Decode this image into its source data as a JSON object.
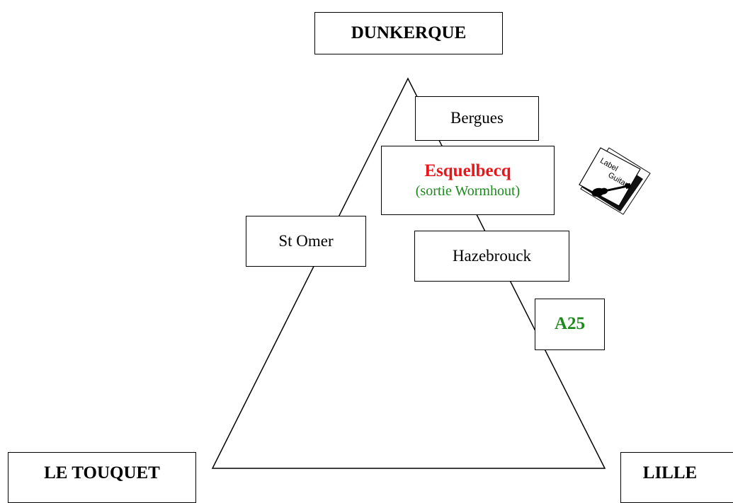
{
  "colors": {
    "highlight_red": "#e8161b",
    "route_green": "#1e8a1e",
    "line": "#000000"
  },
  "corners": {
    "top": "DUNKERQUE",
    "bottom_left": "LE TOUQUET",
    "bottom_right": "LILLE"
  },
  "towns": {
    "bergues": "Bergues",
    "esquelbecq": "Esquelbecq",
    "esquelbecq_exit": "(sortie Wormhout)",
    "st_omer": "St Omer",
    "hazebrouck": "Hazebrouck"
  },
  "road": {
    "label": "A25"
  },
  "logo": {
    "text": "Label Guitare",
    "icon": "guitar-icon"
  }
}
